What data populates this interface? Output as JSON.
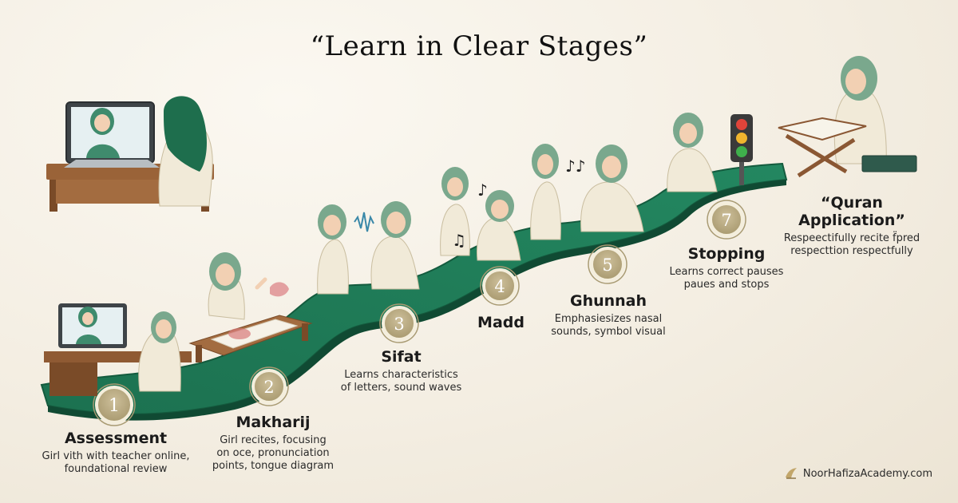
{
  "title": "“Learn in Clear Stages”",
  "stages": [
    {
      "number": "1",
      "name": "Assessment",
      "desc1": "Girl vith with teacher online,",
      "desc2": "foundational review",
      "desc3": ""
    },
    {
      "number": "2",
      "name": "Makharij",
      "desc1": "Girl recites,  focusing",
      "desc2": "on oce, pronunciation",
      "desc3": "points, tongue diagram"
    },
    {
      "number": "3",
      "name": "Sifat",
      "desc1": "Learns characteristics",
      "desc2": "of letters, sound waves",
      "desc3": ""
    },
    {
      "number": "4",
      "name": "Madd",
      "desc1": "",
      "desc2": "",
      "desc3": ""
    },
    {
      "number": "5",
      "name": "Ghunnah",
      "desc1": "Emphasiesizes nasal",
      "desc2": "sounds, symbol visual",
      "desc3": ""
    },
    {
      "number": "7",
      "name": "Stopping",
      "desc1": "Learns correct pauses",
      "desc2": "paues and stops",
      "desc3": ""
    },
    {
      "number": "",
      "name": "“Quran Application”",
      "desc1": "Respeectifully recite f̈pred",
      "desc2": "respecttion respectfully",
      "desc3": ""
    }
  ],
  "brand": "NoorHafizaAcademy.com",
  "colors": {
    "path": "#1f7a55",
    "path_dark": "#135a3d",
    "badge": "#b9ab86",
    "badge_ring": "#f3ecd9",
    "hijab": "#6f9f84",
    "robe": "#f1ead8",
    "wood": "#8a5733"
  }
}
